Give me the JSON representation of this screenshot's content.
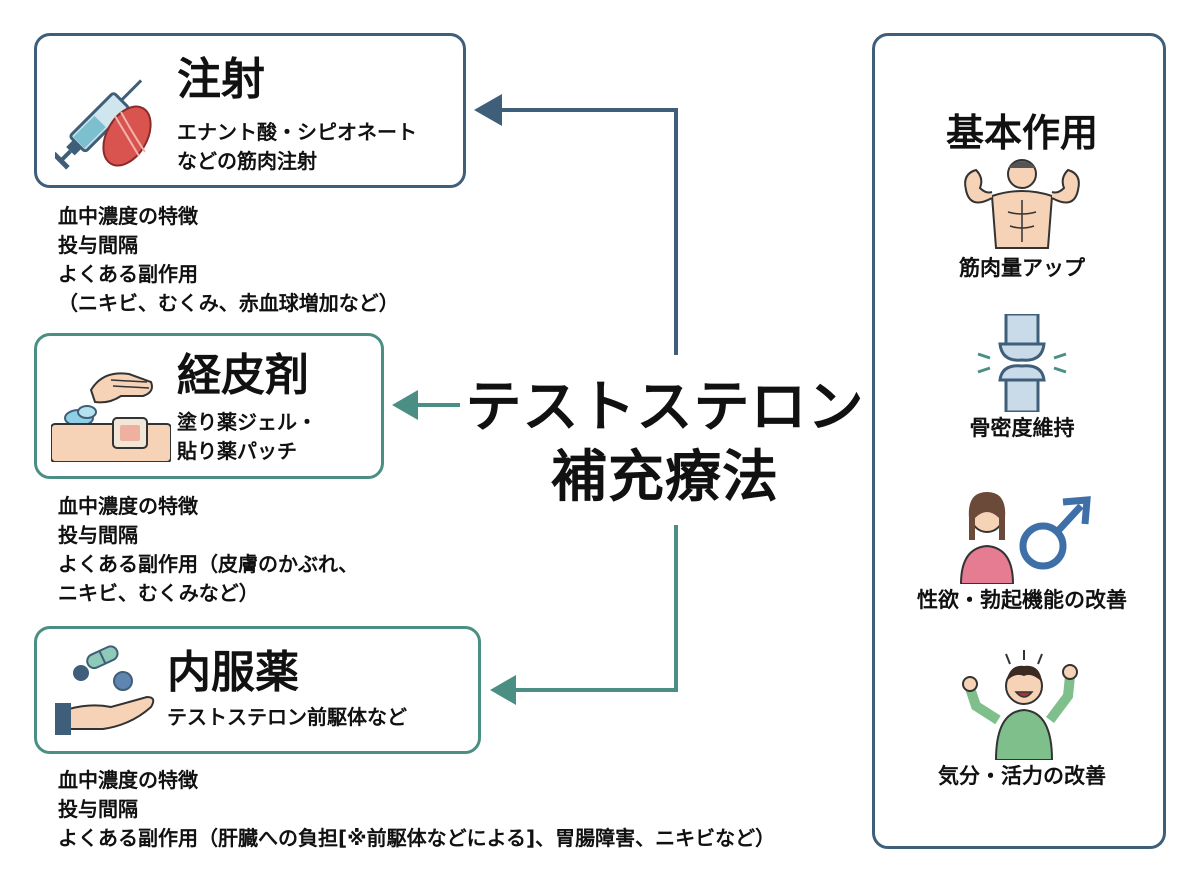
{
  "center": {
    "line1": "テストステロン",
    "line2": "補充療法"
  },
  "injection": {
    "title": "注射",
    "desc_line1": "エナント酸・シピオネート",
    "desc_line2": "などの筋肉注射",
    "notes": [
      "血中濃度の特徴",
      "投与間隔",
      "よくある副作用",
      "（ニキビ、むくみ、赤血球増加など）"
    ]
  },
  "transdermal": {
    "title": "経皮剤",
    "desc_line1": "塗り薬ジェル・",
    "desc_line2": "貼り薬パッチ",
    "notes": [
      "血中濃度の特徴",
      "投与間隔",
      "よくある副作用（皮膚のかぶれ、",
      "ニキビ、むくみなど）"
    ]
  },
  "oral": {
    "title": "内服薬",
    "desc": "テストステロン前駆体など",
    "notes": [
      "血中濃度の特徴",
      "投与間隔",
      "よくある副作用（肝臓への負担[※前駆体などによる]、胃腸障害、ニキビなど）"
    ]
  },
  "effects_panel": {
    "title": "基本作用",
    "items": [
      {
        "label": "筋肉量アップ",
        "icon": "muscle-icon"
      },
      {
        "label": "骨密度維持",
        "icon": "bone-joint-icon"
      },
      {
        "label": "性欲・勃起機能の改善",
        "icon": "male-symbol-icon"
      },
      {
        "label": "気分・活力の改善",
        "icon": "happy-person-icon"
      }
    ]
  },
  "colors": {
    "navy": "#3f5e79",
    "teal": "#4b8f84"
  }
}
